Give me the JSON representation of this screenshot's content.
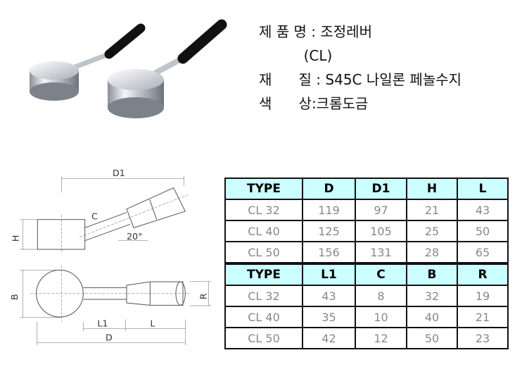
{
  "specs": {
    "name_label": "제 품 명 : 조정레버",
    "name_sub": "          (CL)",
    "material": "재      질 : S45C 나일론 페놀수지",
    "color": "색      상:크롬도금"
  },
  "drawing_labels": {
    "D1": "D1",
    "C": "C",
    "H": "H",
    "angle": "20°",
    "B": "B",
    "R": "R",
    "L1": "L1",
    "L": "L",
    "D": "D"
  },
  "table1": {
    "headers": [
      "TYPE",
      "D",
      "D1",
      "H",
      "L"
    ],
    "rows": [
      [
        "CL 32",
        "119",
        "97",
        "21",
        "43"
      ],
      [
        "CL 40",
        "125",
        "105",
        "25",
        "50"
      ],
      [
        "CL 50",
        "156",
        "131",
        "28",
        "65"
      ]
    ]
  },
  "table2": {
    "headers": [
      "TYPE",
      "L1",
      "C",
      "B",
      "R"
    ],
    "rows": [
      [
        "CL 32",
        "43",
        "8",
        "32",
        "19"
      ],
      [
        "CL 40",
        "35",
        "10",
        "40",
        "21"
      ],
      [
        "CL 50",
        "42",
        "12",
        "50",
        "23"
      ]
    ]
  }
}
